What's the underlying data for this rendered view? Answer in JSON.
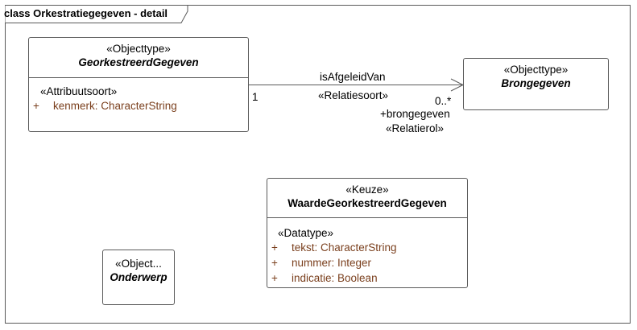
{
  "frame": {
    "title": "class Orkestratiegegeven - detail"
  },
  "classes": {
    "georkestreerd": {
      "stereotype": "«Objecttype»",
      "name": "GeorkestreerdGegeven",
      "compartment_stereotype": "«Attribuutsoort»",
      "attributes": [
        {
          "visibility": "+",
          "text": "kenmerk: CharacterString"
        }
      ]
    },
    "brongegeven": {
      "stereotype": "«Objecttype»",
      "name": "Brongegeven"
    },
    "waarde": {
      "stereotype": "«Keuze»",
      "name": "WaardeGeorkestreerdGegeven",
      "compartment_stereotype": "«Datatype»",
      "attributes": [
        {
          "visibility": "+",
          "text": "tekst: CharacterString"
        },
        {
          "visibility": "+",
          "text": "nummer: Integer"
        },
        {
          "visibility": "+",
          "text": "indicatie: Boolean"
        }
      ]
    },
    "onderwerp": {
      "stereotype": "«Object...",
      "name": "Onderwerp"
    }
  },
  "association": {
    "name": "isAfgeleidVan",
    "stereotype": "«Relatiesoort»",
    "source_multiplicity": "1",
    "target_multiplicity": "0..*",
    "target_role": "+brongegeven",
    "target_role_stereotype": "«Relatierol»"
  },
  "colors": {
    "line": "#5a5a5a",
    "attribute_text": "#7a3f1d"
  }
}
